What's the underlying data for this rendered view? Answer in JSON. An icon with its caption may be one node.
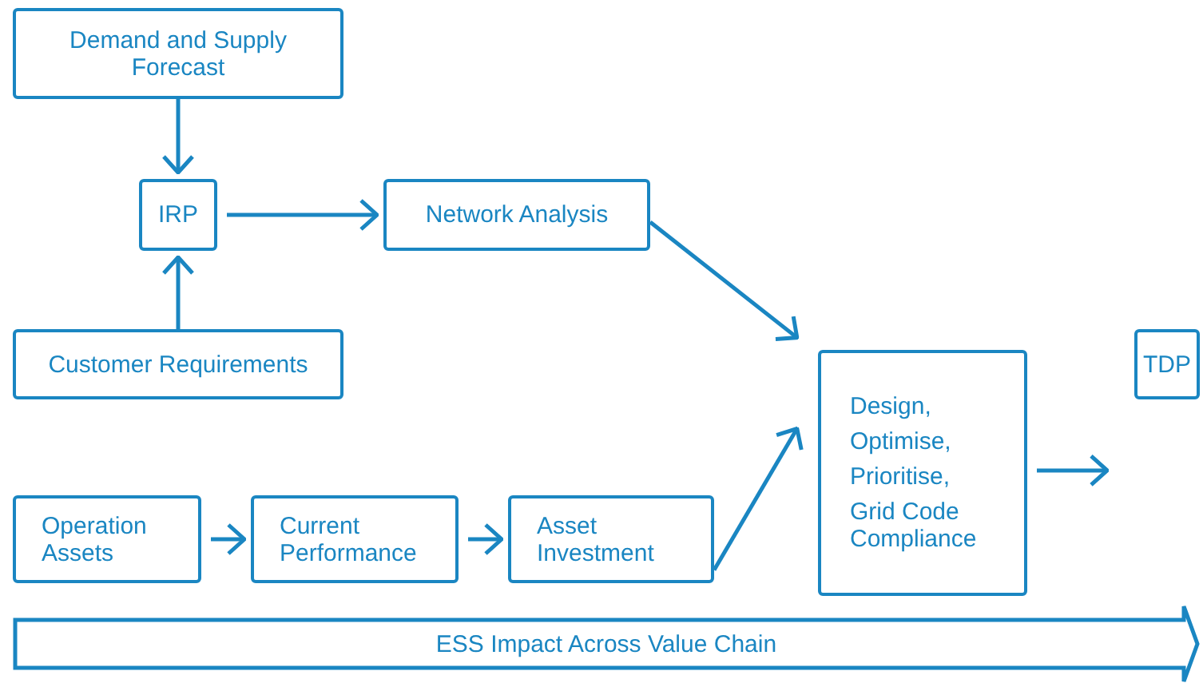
{
  "diagram": {
    "nodes": [
      {
        "text": [
          "Demand and Supply Forecast"
        ]
      },
      {
        "text": [
          "IRP"
        ]
      },
      {
        "text": [
          "Network Analysis"
        ]
      },
      {
        "text": [
          "Customer Requirements"
        ]
      },
      {
        "text": [
          "TDP"
        ]
      },
      {
        "text": [
          "Operation Assets"
        ]
      },
      {
        "text": [
          "Current Performance"
        ]
      },
      {
        "text": [
          "Asset Investment"
        ]
      },
      {
        "text": [
          "Design,",
          "Optimise,",
          "Prioritise,",
          "Grid Code Compliance"
        ]
      },
      {
        "text": [
          "ESS Impact Across Value Chain"
        ]
      }
    ],
    "edges": [
      {
        "from": 0,
        "to": 1,
        "arrow": "to"
      },
      {
        "from": 3,
        "to": 1,
        "arrow": "to"
      },
      {
        "from": 1,
        "to": 2,
        "arrow": "to"
      },
      {
        "from": 2,
        "to": 8,
        "arrow": "to"
      },
      {
        "from": 5,
        "to": 6,
        "arrow": "to"
      },
      {
        "from": 6,
        "to": 7,
        "arrow": "to"
      },
      {
        "from": 7,
        "to": 8,
        "arrow": "to"
      },
      {
        "from": 8,
        "to": null,
        "arrow": "to"
      }
    ]
  }
}
